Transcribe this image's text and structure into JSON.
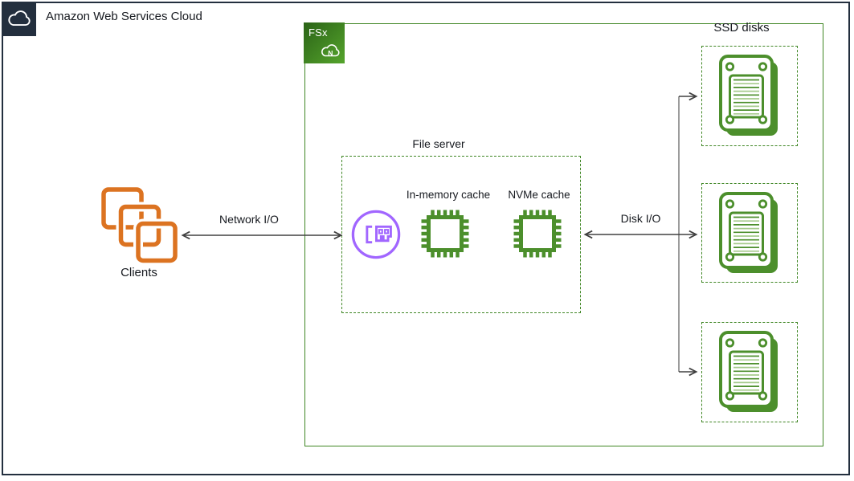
{
  "header": {
    "title": "Amazon Web Services Cloud"
  },
  "fsx": {
    "badge_text": "FSx",
    "badge_letter": "N"
  },
  "clients": {
    "label": "Clients"
  },
  "arrows": {
    "network_label": "Network I/O",
    "disk_label": "Disk I/O"
  },
  "file_server": {
    "title": "File server",
    "in_memory_label": "In-memory cache",
    "nvme_label": "NVMe cache"
  },
  "ssd": {
    "group_label": "SSD disks",
    "disk_count": 3
  },
  "colors": {
    "aws_dark": "#232F3E",
    "line_green": "#3F8624",
    "icon_green": "#4C8F2C",
    "icon_green_light": "#A6CB8C",
    "orange": "#DC7321",
    "purple": "#A166FF",
    "arrow_dark": "#404040",
    "connector_gray": "#8B8B8B"
  }
}
